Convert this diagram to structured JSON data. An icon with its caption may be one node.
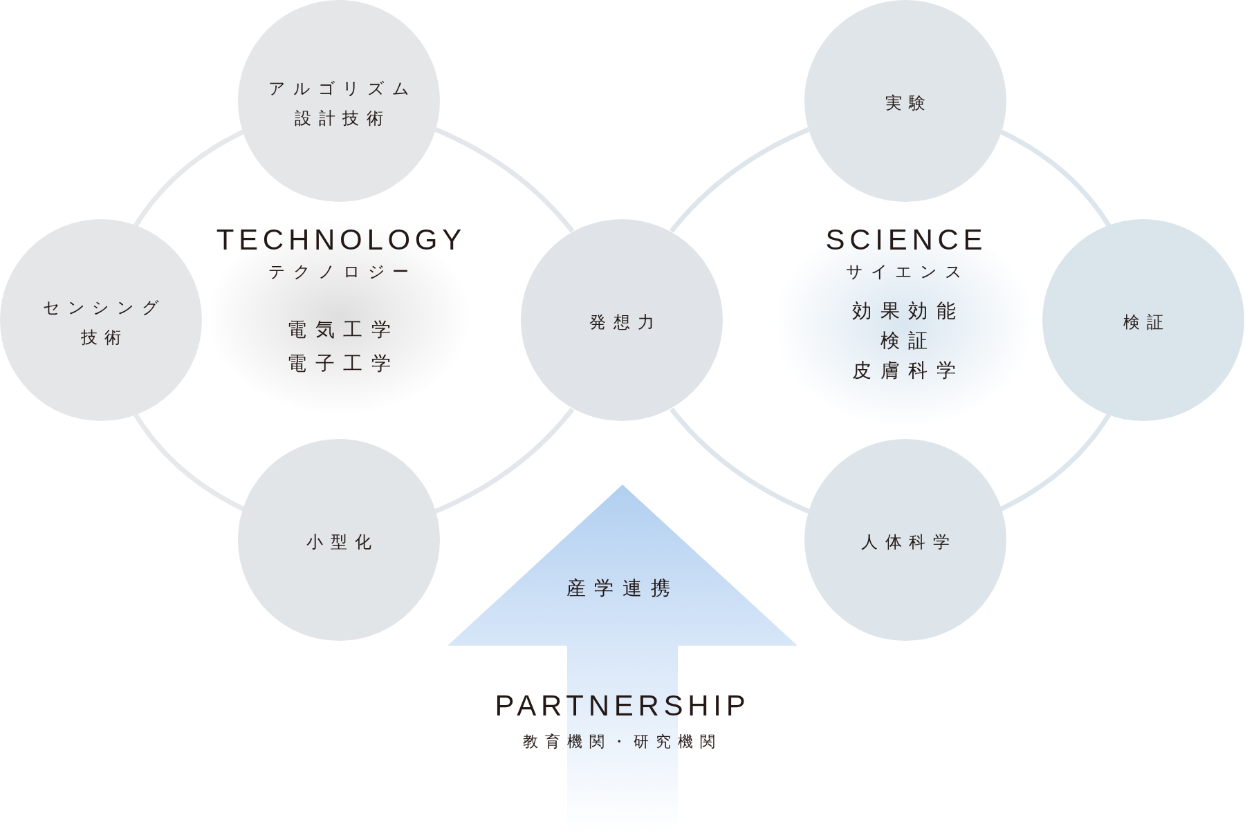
{
  "diagram": {
    "nodes": [
      {
        "text": [
          "アルゴリズム",
          "設計技術"
        ]
      },
      {
        "text": [
          "実験"
        ]
      },
      {
        "text": [
          "TECHNOLOGY",
          "テクノロジー",
          "電気工学",
          "電子工学"
        ]
      },
      {
        "text": [
          "SCIENCE",
          "サイエンス",
          "効果効能",
          "検証",
          "皮膚科学"
        ]
      },
      {
        "text": [
          "センシング",
          "技術"
        ]
      },
      {
        "text": [
          "発想力"
        ]
      },
      {
        "text": [
          "検証"
        ]
      },
      {
        "text": [
          "小型化"
        ]
      },
      {
        "text": [
          "人体科学"
        ]
      },
      {
        "text": [
          "産学連携",
          "PARTNERSHIP",
          "教育機関・研究機関"
        ]
      }
    ],
    "edges": [
      {
        "from": 0,
        "to": 4,
        "arrow": "none"
      },
      {
        "from": 4,
        "to": 7,
        "arrow": "none"
      },
      {
        "from": 7,
        "to": 5,
        "arrow": "none"
      },
      {
        "from": 5,
        "to": 0,
        "arrow": "none"
      },
      {
        "from": 5,
        "to": 1,
        "arrow": "none"
      },
      {
        "from": 1,
        "to": 6,
        "arrow": "none"
      },
      {
        "from": 6,
        "to": 8,
        "arrow": "none"
      },
      {
        "from": 8,
        "to": 5,
        "arrow": "none"
      }
    ]
  }
}
